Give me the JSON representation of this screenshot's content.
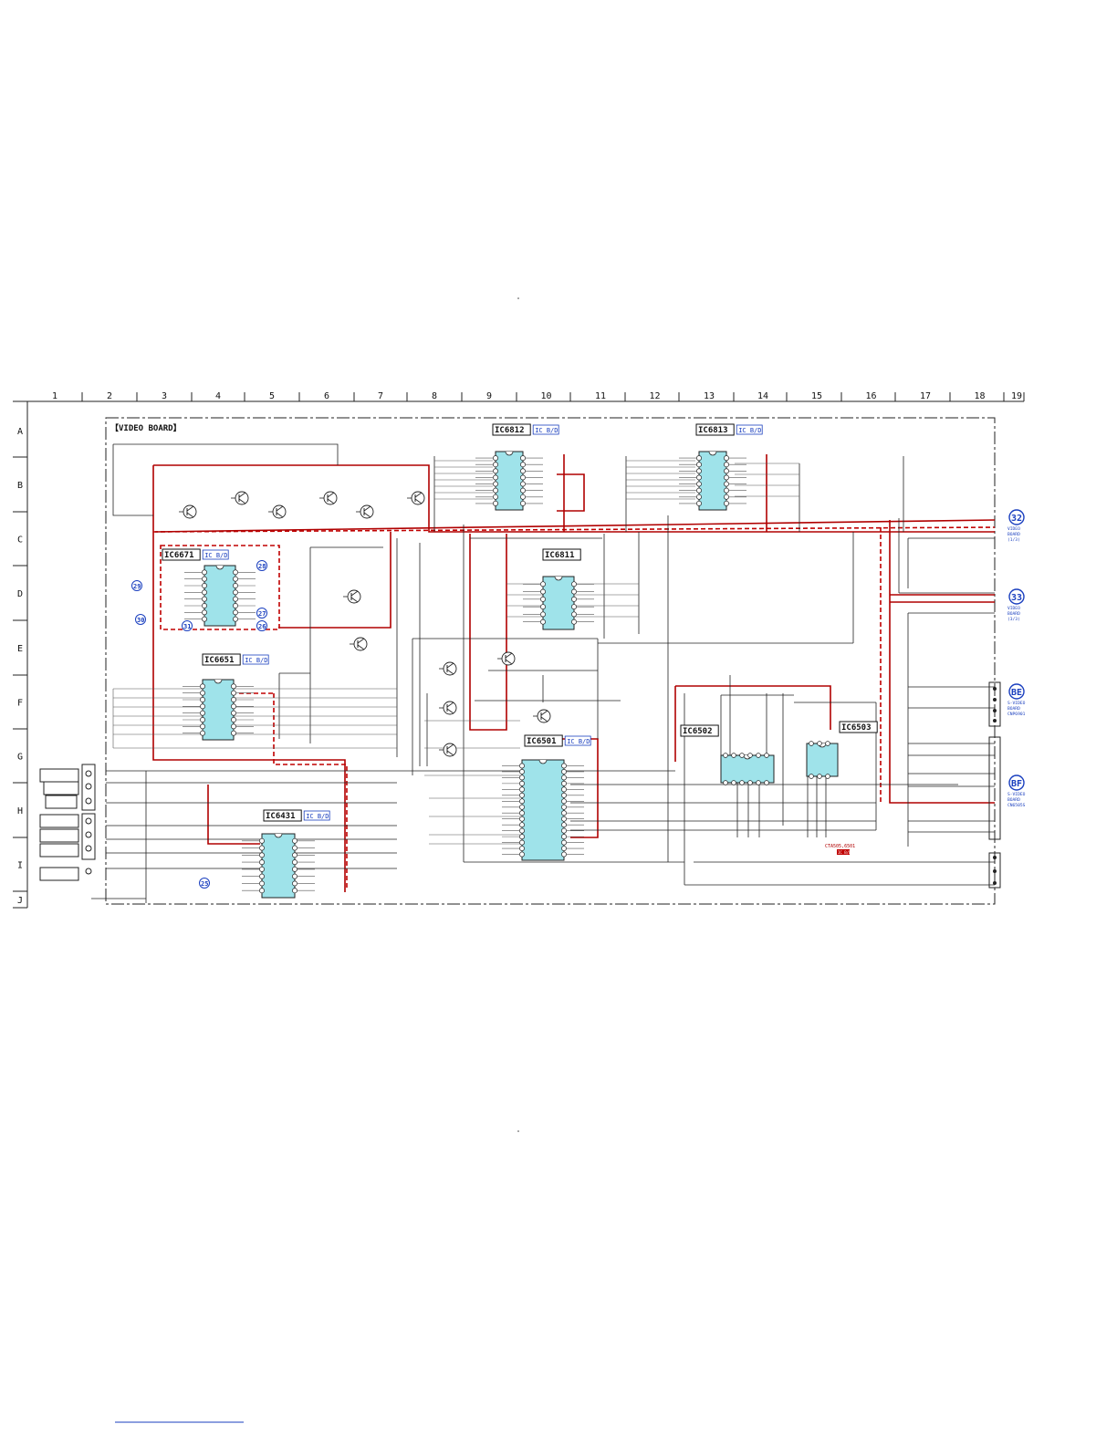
{
  "board_title": "【VIDEO BOARD】",
  "column_labels": [
    "1",
    "2",
    "3",
    "4",
    "5",
    "6",
    "7",
    "8",
    "9",
    "10",
    "11",
    "12",
    "13",
    "14",
    "15",
    "16",
    "17",
    "18",
    "19"
  ],
  "row_labels": [
    "A",
    "B",
    "C",
    "D",
    "E",
    "F",
    "G",
    "H",
    "I",
    "J"
  ],
  "ics": [
    {
      "name": "IC6812",
      "badge": "IC B/D"
    },
    {
      "name": "IC6813",
      "badge": "IC B/D"
    },
    {
      "name": "IC6671",
      "badge": "IC B/D"
    },
    {
      "name": "IC6811",
      "badge": ""
    },
    {
      "name": "IC6651",
      "badge": "IC B/D"
    },
    {
      "name": "IC6501",
      "badge": "IC B/D"
    },
    {
      "name": "IC6502",
      "badge": ""
    },
    {
      "name": "IC6503",
      "badge": ""
    },
    {
      "name": "IC6431",
      "badge": "IC B/D"
    }
  ],
  "connectors": [
    {
      "id": "32",
      "text": [
        "VIDEO",
        "BOARD",
        "(1/3)"
      ]
    },
    {
      "id": "33",
      "text": [
        "VIDEO",
        "BOARD",
        "(3/3)"
      ]
    },
    {
      "id": "BE",
      "text": [
        "S-VIDEO",
        "BOARD",
        "CNP6901"
      ]
    },
    {
      "id": "BF",
      "text": [
        "S-VIDEO",
        "BOARD",
        "CN6505S"
      ]
    }
  ],
  "reference_markers": [
    "25",
    "26",
    "27",
    "28",
    "29",
    "30",
    "31"
  ],
  "note_text": "CTA505,6501",
  "note_badge": "IC B/D",
  "colors": {
    "ic_fill": "#9fe3ea",
    "signal_red": "#b00000",
    "badge_blue": "#1a3fbf"
  }
}
